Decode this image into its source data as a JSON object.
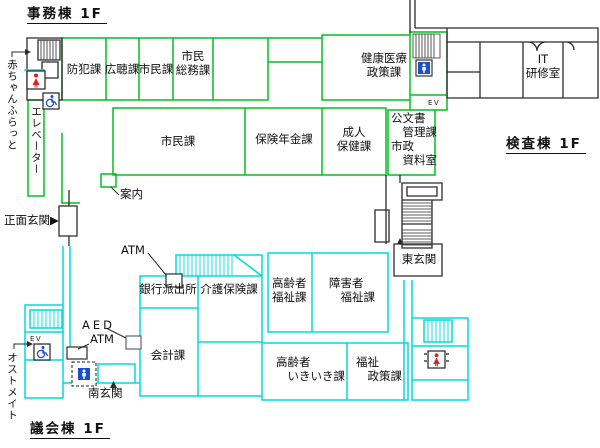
{
  "titles": {
    "office_wing": "事務棟 1F",
    "inspection_wing": "検査棟 1F",
    "assembly_wing": "議会棟 1F"
  },
  "rooms": {
    "crime_prevention": "防犯課",
    "public_hearing": "広聴課",
    "citizens_small": "市民課",
    "citizens_general_affairs": "市民\n総務課",
    "health_medical_policy": "健康医療\n政策課",
    "it_training": "IT\n研修室",
    "citizens_main": "市民課",
    "insurance_pension": "保険年金課",
    "adult_health": "成人\n保健課",
    "official_documents": "公文書\n　管理課",
    "city_reference": "市政\n　資料室",
    "bank_branch": "銀行派出所",
    "nursing_care_insurance": "介護保険課",
    "elderly_welfare": "高齢者\n福祉課",
    "disability_welfare": "障害者\n　福祉課",
    "accounting": "会計課",
    "elderly_vitality": "高齢者\n　いきいき課",
    "welfare_policy": "福祉\n　政策課"
  },
  "entrances": {
    "main": "正面玄関▶",
    "south": "南玄関",
    "east": "東玄関"
  },
  "facilities": {
    "baby_flat": "赤ちゃんふらっと",
    "elevator": "エレベーター",
    "information": "案内",
    "ostomate": "オストメイト",
    "atm_upper": "ATM",
    "atm_lower": "ATM",
    "aed": "AED",
    "ev_upper": "EV",
    "ev_lower": "EV"
  },
  "icons": {
    "nw_womens_toilet": "women-toilet-icon",
    "nw_accessible_toilet": "wheelchair-icon",
    "center_mens_toilet": "men-toilet-icon",
    "sw_accessible_toilet": "wheelchair-icon",
    "sw_mens_toilet": "men-toilet-icon",
    "se_womens_toilet": "women-toilet-icon"
  },
  "colors": {
    "office_wing_line": "#00c020",
    "assembly_wing_line": "#00dcdc",
    "inspection_wing_line": "#2b2b2b",
    "toilet_red": "#dd2020",
    "toilet_blue": "#1a50cc"
  }
}
